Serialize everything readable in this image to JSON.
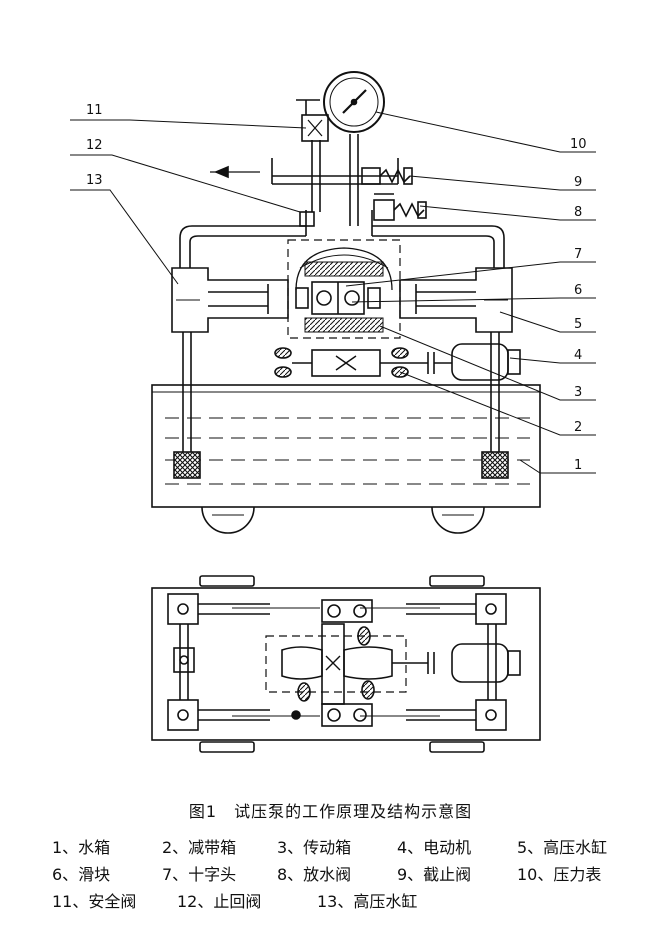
{
  "callouts": [
    "1",
    "2",
    "3",
    "4",
    "5",
    "6",
    "7",
    "8",
    "9",
    "10",
    "11",
    "12",
    "13"
  ],
  "caption": "图1　试压泵的工作原理及结构示意图",
  "legend": [
    [
      "1、水箱",
      "2、减带箱",
      "3、传动箱",
      "4、电动机",
      "5、高压水缸"
    ],
    [
      "6、滑块",
      "7、十字头",
      "8、放水阀",
      "9、截止阀",
      "10、压力表"
    ],
    [
      "11、安全阀",
      "12、止回阀",
      "13、高压水缸"
    ]
  ]
}
